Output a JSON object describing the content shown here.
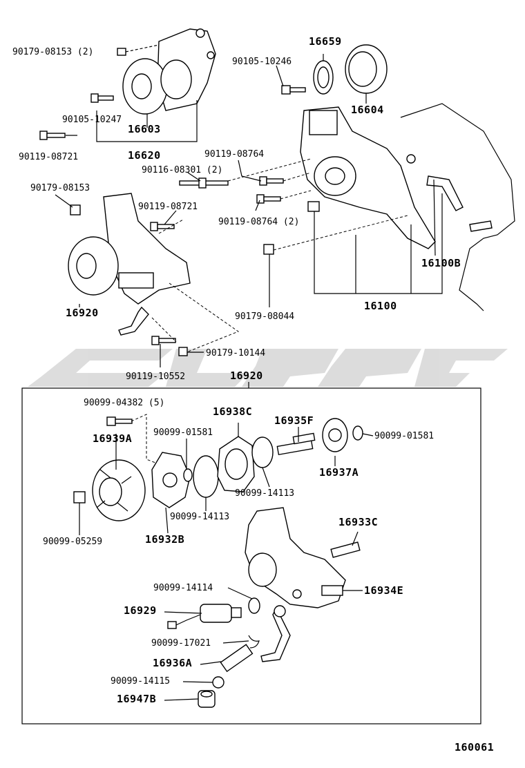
{
  "labels": {
    "p90179_08153_2": "90179-08153 (2)",
    "p16659": "16659",
    "p90105_10246": "90105-10246",
    "p16604": "16604",
    "p90105_10247": "90105-10247",
    "p16603": "16603",
    "p90119_08721_a": "90119-08721",
    "p16620": "16620",
    "p90119_08764": "90119-08764",
    "p90116_08301_2": "90116-08301 (2)",
    "p90179_08153": "90179-08153",
    "p90119_08721_b": "90119-08721",
    "p90119_08764_2": "90119-08764 (2)",
    "p16100B": "16100B",
    "p16920_a": "16920",
    "p16100": "16100",
    "p90179_08044": "90179-08044",
    "p90179_10144": "90179-10144",
    "p90119_10552": "90119-10552",
    "p16920_b": "16920",
    "p90099_04382_5": "90099-04382 (5)",
    "p16938C": "16938C",
    "p16935F": "16935F",
    "p90099_01581_a": "90099-01581",
    "p90099_01581_b": "90099-01581",
    "p16939A": "16939A",
    "p16937A": "16937A",
    "p90099_14113_a": "90099-14113",
    "p90099_14113_b": "90099-14113",
    "p90099_05259": "90099-05259",
    "p16932B": "16932B",
    "p16933C": "16933C",
    "p90099_14114": "90099-14114",
    "p16934E": "16934E",
    "p16929": "16929",
    "p90099_17021": "90099-17021",
    "p16936A": "16936A",
    "p90099_14115": "90099-14115",
    "p16947B": "16947B",
    "p160061": "160061"
  }
}
